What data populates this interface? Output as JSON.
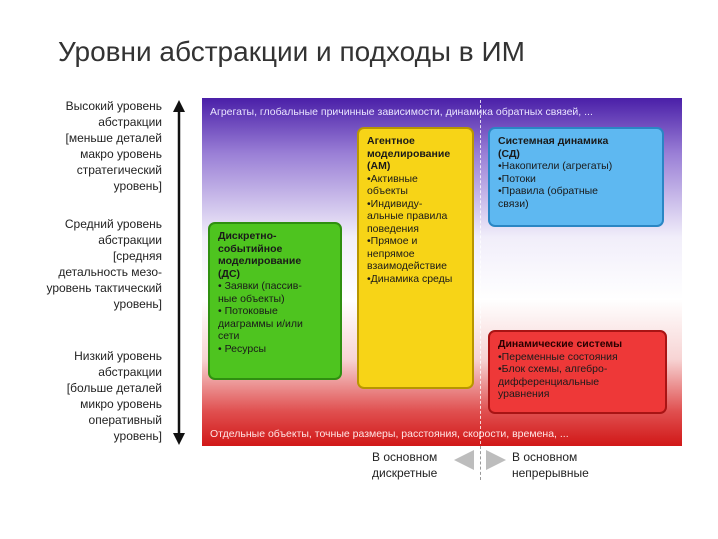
{
  "title": "Уровни абстракции и подходы в ИМ",
  "levels": {
    "high": [
      "Высокий уровень",
      "абстракции",
      "[меньше деталей",
      "макро уровень",
      "стратегический",
      "уровень]"
    ],
    "mid": [
      "Средний уровень",
      "абстракции",
      "[средняя",
      "детальность мезо-",
      "уровень тактический",
      "уровень]"
    ],
    "low": [
      "Низкий уровень",
      "абстракции",
      "[больше деталей",
      "микро уровень",
      "оперативный",
      "уровень]"
    ]
  },
  "strip_top": "Агрегаты, глобальные причинные зависимости, динамика обратных связей, ...",
  "strip_bottom": "Отдельные объекты, точные размеры, расстояния, скорости, времена, ...",
  "boxes": {
    "ds": {
      "heading": [
        "Дискретно-",
        "событийное",
        "моделирование",
        "(ДС)"
      ],
      "items": [
        "• Заявки (пассив-",
        "ные объекты)",
        "• Потоковые",
        "диаграммы и/или",
        "сети",
        "• Ресурсы"
      ]
    },
    "am": {
      "heading": [
        "Агентное",
        "моделирование",
        "(АМ)"
      ],
      "items": [
        "•Активные",
        "объекты",
        "•Индивиду-",
        "альные правила",
        "поведения",
        "•Прямое и",
        "непрямое",
        "взаимодействие",
        "•Динамика среды"
      ]
    },
    "sd": {
      "heading": [
        "Системная динамика",
        "(СД)"
      ],
      "items": [
        "•Накопители (агрегаты)",
        "•Потоки",
        "•Правила (обратные",
        "связи)"
      ]
    },
    "dyn": {
      "heading": [
        "Динамические системы"
      ],
      "items": [
        "•Переменные состояния",
        "•Блок схемы, алгебро-",
        "дифференциальные",
        "уравнения"
      ]
    }
  },
  "bottom": {
    "left": [
      "В основном",
      "дискретные"
    ],
    "right": [
      "В основном",
      "непрерывные"
    ]
  },
  "colors": {
    "ds": "#4ec41f",
    "am": "#f7d417",
    "sd": "#5eb8f1",
    "dyn": "#ee3838",
    "gradient_top": "#4a1fa8",
    "gradient_bottom": "#d11717"
  }
}
